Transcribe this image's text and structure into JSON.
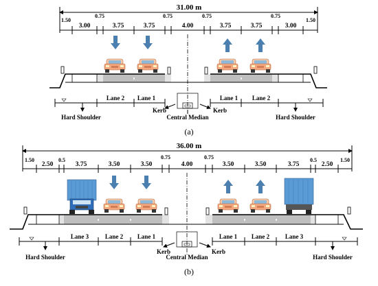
{
  "a": {
    "total": "31.00 m",
    "dims": [
      "1.50",
      "3.00",
      "0.75",
      "3.75",
      "3.75",
      "0.75",
      "4.00",
      "0.75",
      "3.75",
      "3.75",
      "0.75",
      "3.00",
      "1.50"
    ],
    "lanes_left": [
      "Lane 2",
      "Lane 1"
    ],
    "lanes_right": [
      "Lane 1",
      "Lane 2"
    ],
    "kerb": "Kerb",
    "median": "Central Median",
    "shoulder": "Hard Shoulder",
    "caption": "(a)"
  },
  "b": {
    "total": "36.00 m",
    "dims": [
      "1.50",
      "2.50",
      "0.5",
      "3.75",
      "3.50",
      "3.50",
      "0.75",
      "4.00",
      "0.75",
      "3.50",
      "3.50",
      "3.75",
      "0.5",
      "2.50",
      "1.50"
    ],
    "lanes_left": [
      "Lane 3",
      "Lane 2",
      "Lane 1"
    ],
    "lanes_right": [
      "Lane 1",
      "Lane 2",
      "Lane 3"
    ],
    "kerb": "Kerb",
    "median": "Central Median",
    "shoulder": "Hard Shoulder",
    "caption": "(b)"
  },
  "colors": {
    "arrow": "#4a7fb0",
    "car": "#f2b08a",
    "road": "#bfbfbf",
    "truck_blue": "#2f6db8",
    "container_blue": "#5b9bd5"
  },
  "icons": [
    "car-icon",
    "truck-icon",
    "container-truck-icon",
    "lane-arrow-icon"
  ]
}
